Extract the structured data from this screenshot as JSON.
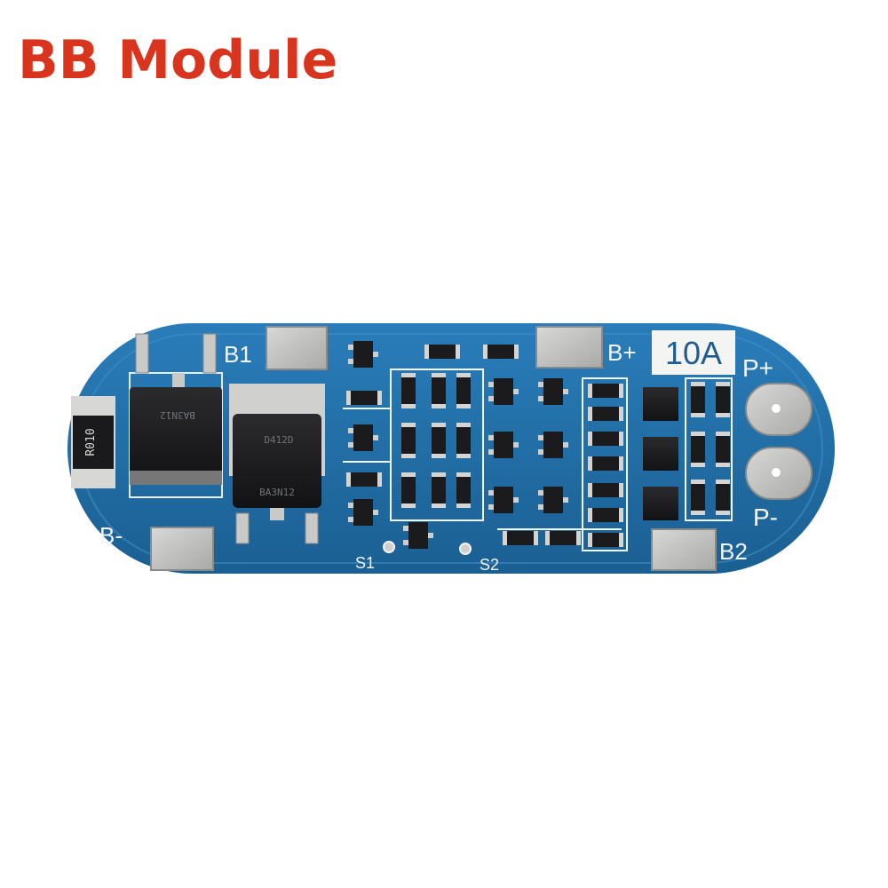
{
  "header": {
    "title": "BB Module"
  },
  "board": {
    "rating": "10A",
    "pad_labels": {
      "b1": "B1",
      "b_plus": "B+",
      "b_minus": "B-",
      "b2": "B2",
      "p_plus": "P+",
      "p_minus": "P-",
      "s1": "S1",
      "s2": "S2"
    },
    "component_markings": {
      "mosfet_left": "BA3N12",
      "mosfet_right": "BA3N12",
      "mosfet_right_code": "D412D",
      "shunt": "R010"
    }
  },
  "colors": {
    "title": "#d9351e",
    "pcb": "#1f6fa8",
    "pad": "#c9c9c7",
    "silkscreen": "#f2f6fa"
  }
}
